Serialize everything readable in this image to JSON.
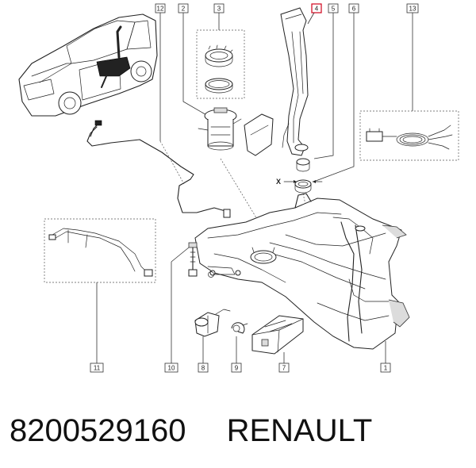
{
  "caption": {
    "part_number": "8200529160",
    "brand": "RENAULT"
  },
  "callouts": {
    "c1": "1",
    "c2": "2",
    "c3": "3",
    "c4": "4",
    "c5": "5",
    "c6": "6",
    "c7": "7",
    "c8": "8",
    "c9": "9",
    "c10": "10",
    "c11": "11",
    "c12": "12",
    "c13": "13"
  },
  "dimension_label": "X",
  "colors": {
    "highlight": "#d0021b",
    "line": "#222222"
  }
}
